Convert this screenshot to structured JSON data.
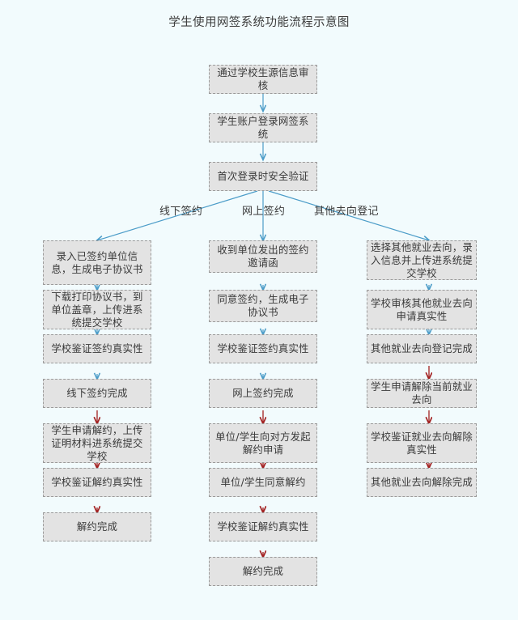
{
  "page": {
    "title": "学生使用网签系统功能流程示意图",
    "background_color": "#f2fbfd",
    "node_fill_color": "#e3e3e3",
    "node_border_color": "#9a9a9a",
    "arrow_color_primary": "#4b9cc8",
    "arrow_color_secondary": "#a32222",
    "text_color": "#3a3a3a"
  },
  "trunk": [
    {
      "id": "t1",
      "label": "通过学校生源信息审核"
    },
    {
      "id": "t2",
      "label": "学生账户登录网签系统"
    },
    {
      "id": "t3",
      "label": "首次登录时安全验证"
    }
  ],
  "branch_labels": [
    {
      "id": "b-left",
      "label": "线下签约"
    },
    {
      "id": "b-mid",
      "label": "网上签约"
    },
    {
      "id": "b-right",
      "label": "其他去向登记"
    }
  ],
  "columns": {
    "left": {
      "name": "线下签约",
      "nodes": [
        {
          "id": "l1",
          "label": "录入已签约单位信息，生成电子协议书"
        },
        {
          "id": "l2",
          "label": "下载打印协议书，到单位盖章，上传进系统提交学校"
        },
        {
          "id": "l3",
          "label": "学校鉴证签约真实性"
        },
        {
          "id": "l4",
          "label": "线下签约完成"
        },
        {
          "id": "l5",
          "label": "学生申请解约，上传证明材料进系统提交学校"
        },
        {
          "id": "l6",
          "label": "学校鉴证解约真实性"
        },
        {
          "id": "l7",
          "label": "解约完成"
        }
      ]
    },
    "middle": {
      "name": "网上签约",
      "nodes": [
        {
          "id": "m1",
          "label": "收到单位发出的签约邀请函"
        },
        {
          "id": "m2",
          "label": "同意签约，生成电子协议书"
        },
        {
          "id": "m3",
          "label": "学校鉴证签约真实性"
        },
        {
          "id": "m4",
          "label": "网上签约完成"
        },
        {
          "id": "m5",
          "label": "单位/学生向对方发起解约申请"
        },
        {
          "id": "m6",
          "label": "单位/学生同意解约"
        },
        {
          "id": "m7",
          "label": "学校鉴证解约真实性"
        },
        {
          "id": "m8",
          "label": "解约完成"
        }
      ]
    },
    "right": {
      "name": "其他去向登记",
      "nodes": [
        {
          "id": "r1",
          "label": "选择其他就业去向，录入信息并上传进系统提交学校"
        },
        {
          "id": "r2",
          "label": "学校审核其他就业去向申请真实性"
        },
        {
          "id": "r3",
          "label": "其他就业去向登记完成"
        },
        {
          "id": "r4",
          "label": "学生申请解除当前就业去向"
        },
        {
          "id": "r5",
          "label": "学校鉴证就业去向解除真实性"
        },
        {
          "id": "r6",
          "label": "其他就业去向解除完成"
        }
      ]
    }
  }
}
